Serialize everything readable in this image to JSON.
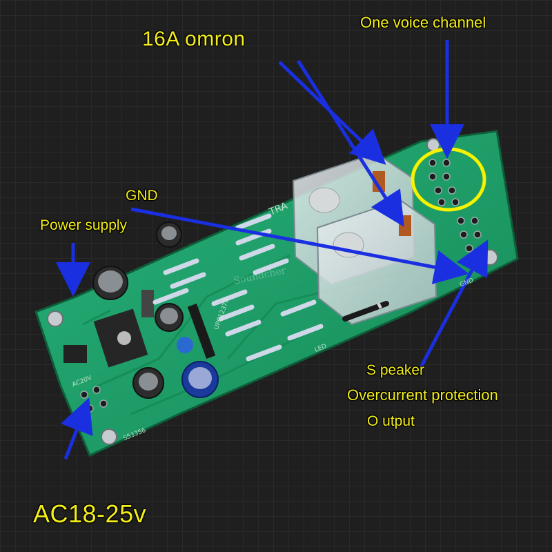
{
  "labels": {
    "relay": "16A omron",
    "channel": "One voice channel",
    "gnd": "GND",
    "power": "Power supply",
    "speaker": "S peaker",
    "overcurrent": "Overcurrent protection",
    "output": "O utput",
    "ac": "AC18-25v"
  },
  "watermark": "Soundcher",
  "silkscreen": {
    "board_id": "S53356",
    "ac_mark": "AC20V",
    "led_mark": "LED",
    "chip_mark": "UPC1237H",
    "gnd_mark": "GND",
    "tra_mark": "TRA"
  },
  "colors": {
    "background": "#1e1e1e",
    "pcb": "#1fa06a",
    "annotation_text": "#f3ee1a",
    "arrow": "#1a2fe0",
    "highlight_circle": "#f6f200"
  }
}
